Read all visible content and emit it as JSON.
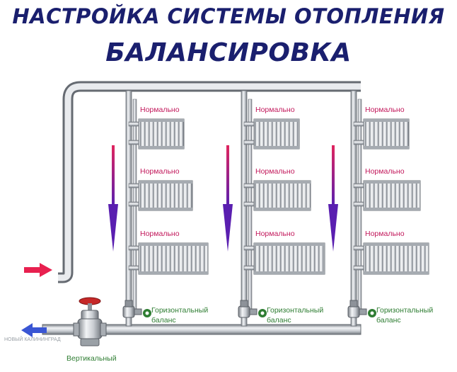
{
  "title": "НАСТРОЙКА СИСТЕМЫ ОТОПЛЕНИЯ",
  "subtitle": "БАЛАНСИРОВКА",
  "radiator_status": "Нормально",
  "horizontal_balance_line1": "Горизонтальный",
  "horizontal_balance_line2": "баланс",
  "vertical_label": "Вертикальный",
  "watermark": "НОВЫЙ КАЛИНИНГРАД",
  "colors": {
    "title": "#1a1f6e",
    "status": "#c2185b",
    "balance": "#2e7d32",
    "supply_arrow": "#e8204f",
    "return_arrow": "#3a56d4",
    "flow_arrow_top": "#e0245e",
    "flow_arrow_bottom": "#5a1fb0"
  },
  "risers": [
    {
      "id": "riser-1",
      "radiators": 3
    },
    {
      "id": "riser-2",
      "radiators": 3
    },
    {
      "id": "riser-3",
      "radiators": 3
    }
  ]
}
